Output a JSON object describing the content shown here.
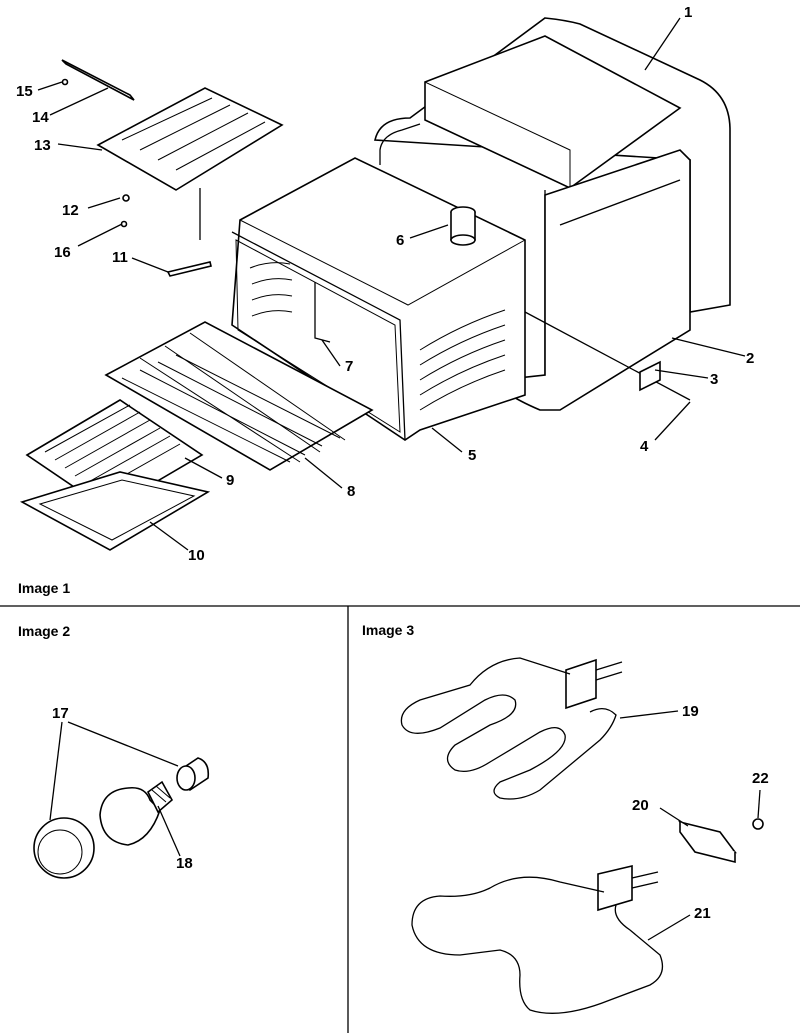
{
  "panels": {
    "image1": {
      "caption": "Image 1"
    },
    "image2": {
      "caption": "Image 2"
    },
    "image3": {
      "caption": "Image 3"
    }
  },
  "callouts": {
    "p1": "1",
    "p2": "2",
    "p3": "3",
    "p4": "4",
    "p5": "5",
    "p6": "6",
    "p7": "7",
    "p8": "8",
    "p9": "9",
    "p10": "10",
    "p11": "11",
    "p12": "12",
    "p13": "13",
    "p14": "14",
    "p15": "15",
    "p16": "16",
    "p17": "17",
    "p18": "18",
    "p19": "19",
    "p20": "20",
    "p21": "21",
    "p22": "22"
  }
}
